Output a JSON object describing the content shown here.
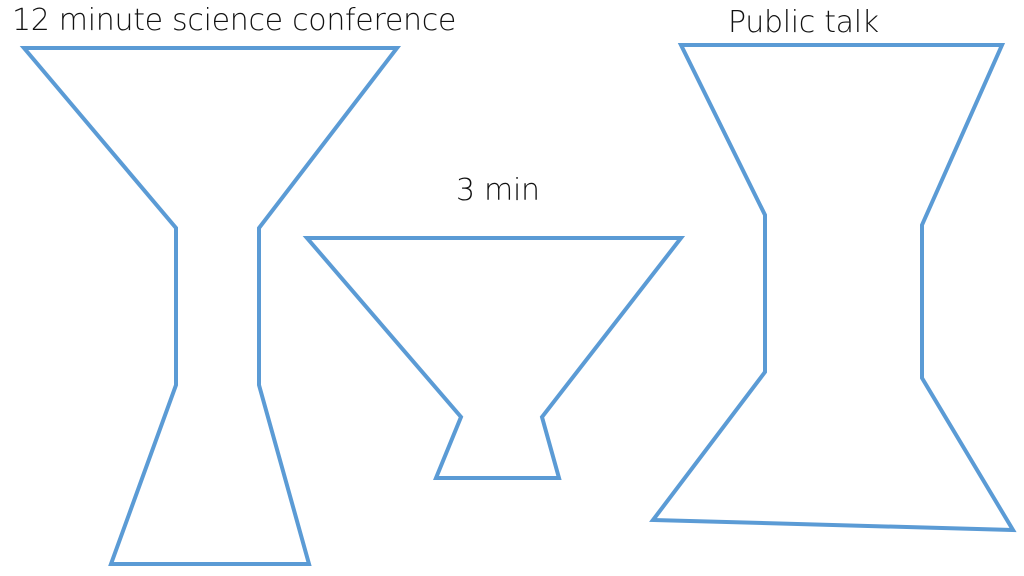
{
  "slide": {
    "stroke_color": "#5b9bd5",
    "text_color": "#111111",
    "labels": {
      "science_conference": "12 minute science conference",
      "three_min": "3 min",
      "public_talk": "Public talk"
    }
  }
}
